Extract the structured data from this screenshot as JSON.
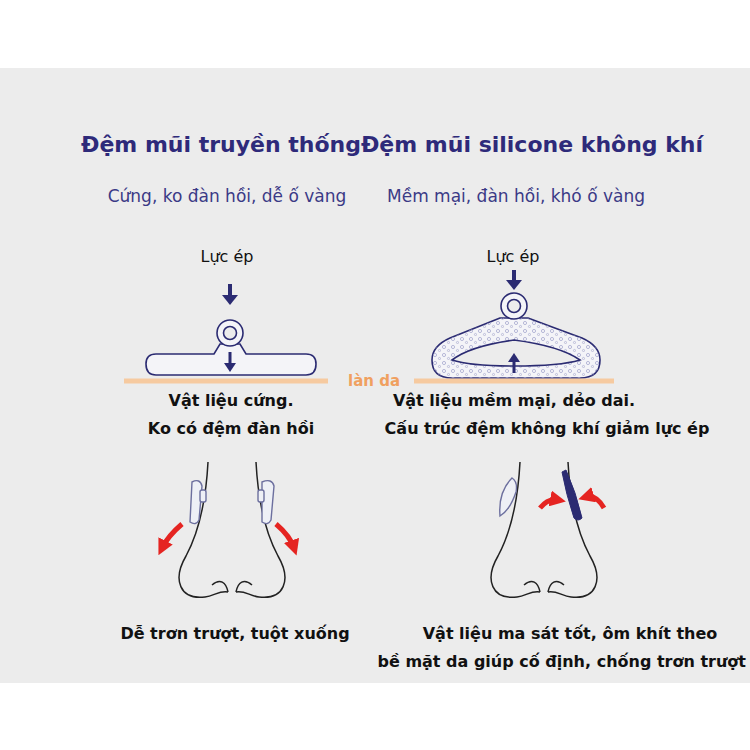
{
  "diagram": {
    "labels": [
      "Đệm mũi truyền thống",
      "Đệm mũi silicone không khí",
      "Cứng, ko đàn hồi, dễ ố vàng",
      "Mềm mại, đàn hồi, khó ố vàng",
      "Lực ép",
      "Lực ép",
      "làn da",
      "Vật liệu cứng.",
      "Ko có đệm đàn hồi",
      "Vật liệu mềm mại, dẻo dai.",
      "Cấu trúc đệm không khí giảm lực ép",
      "Dễ trơn trượt, tuột xuống",
      "Vật liệu ma sát tốt, ôm khít theo",
      "bề mặt da giúp cố định, chống trơn trượt"
    ]
  }
}
